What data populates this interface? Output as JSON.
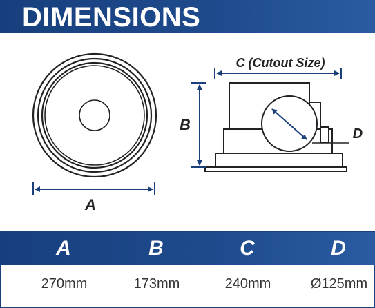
{
  "header": {
    "title": "DIMENSIONS"
  },
  "diagram": {
    "label_a": "A",
    "label_b": "B",
    "label_c": "C (Cutout Size)",
    "label_d": "D"
  },
  "table": {
    "headers": [
      "A",
      "B",
      "C",
      "D"
    ],
    "values": [
      "270mm",
      "173mm",
      "240mm",
      "Ø125mm"
    ]
  },
  "colors": {
    "header_blue": "#1e4a8c",
    "text": "#333333"
  }
}
